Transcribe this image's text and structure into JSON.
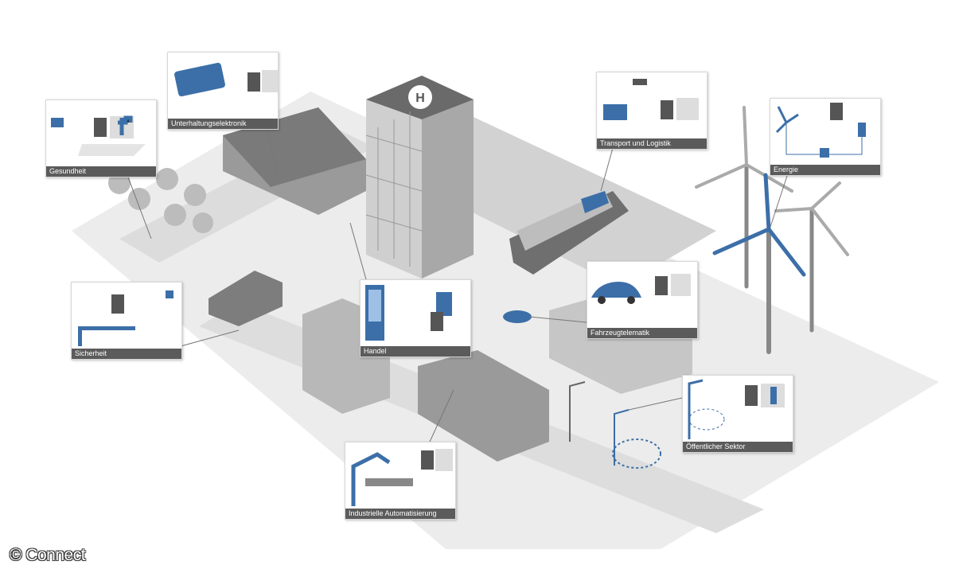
{
  "colors": {
    "accent": "#3c6fa8",
    "signal": "#c0305a",
    "label_bg": "#5b5b5b",
    "ground": "#e6e6e6"
  },
  "panels": [
    {
      "id": "gesundheit",
      "label": "Gesundheit"
    },
    {
      "id": "unterhaltung",
      "label": "Unterhaltungselektronik"
    },
    {
      "id": "transport",
      "label": "Transport und Logistik"
    },
    {
      "id": "energie",
      "label": "Energie"
    },
    {
      "id": "sicherheit",
      "label": "Sicherheit"
    },
    {
      "id": "handel",
      "label": "Handel"
    },
    {
      "id": "fahrzeug",
      "label": "Fahrzeugtelematik"
    },
    {
      "id": "oeffentlich",
      "label": "Öffentlicher Sektor"
    },
    {
      "id": "industrie",
      "label": "Industrielle Automatisierung"
    }
  ],
  "copyright": "© Connect",
  "helipad_letter": "H"
}
